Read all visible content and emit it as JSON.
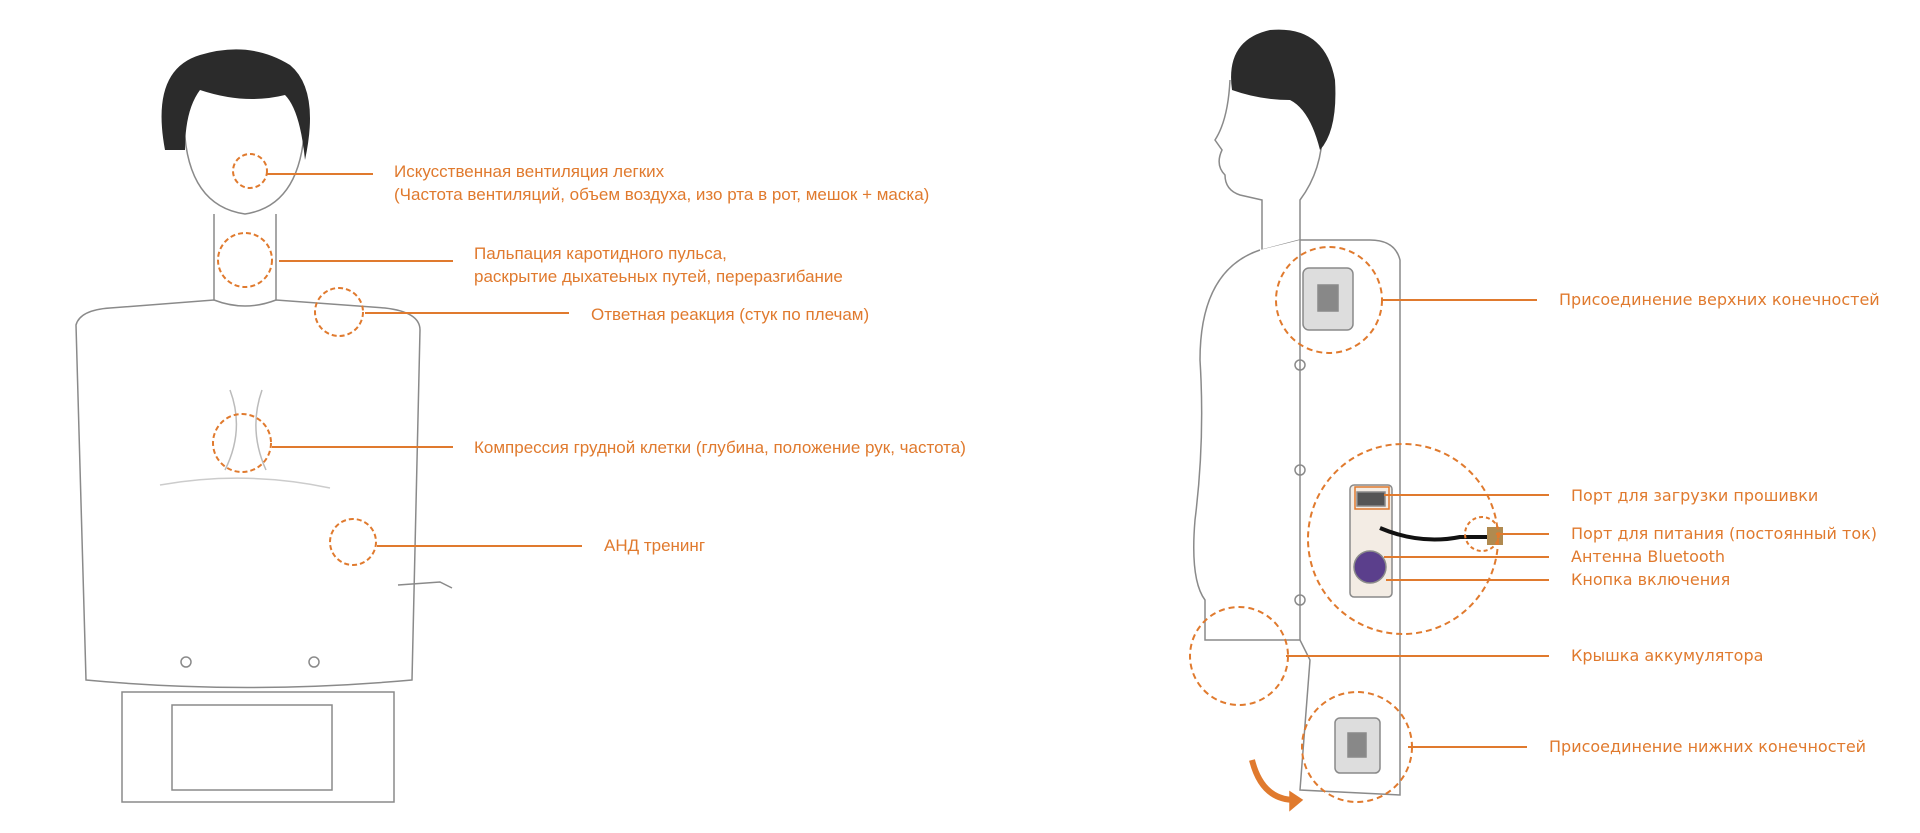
{
  "colors": {
    "accent": "#e07a2e",
    "outline": "#8a8a8a",
    "hair": "#2b2b2b"
  },
  "front_labels": {
    "ventilation_line1": "Искусственная вентиляция легких",
    "ventilation_line2": "(Частота вентиляций, объем воздуха, изо рта в рот, мешок + маска)",
    "pulse_line1": "Пальпация каротидного пульса,",
    "pulse_line2": "раскрытие дыхатеьных путей, переразгибание",
    "response": "Ответная реакция (стук по плечам)",
    "compression": "Компрессия грудной клетки (глубина, положение рук, частота)",
    "aed": "АНД тренинг"
  },
  "side_labels": {
    "upper_limbs": "Присоединение верхних конечностей",
    "firmware_port": "Порт для загрузки прошивки",
    "power_port": "Порт для питания (постоянный ток)",
    "bluetooth": "Антенна Bluetooth",
    "power_button": "Кнопка включения",
    "battery_cover": "Крышка аккумулятора",
    "lower_limbs": "Присоединение нижних конечностей"
  }
}
